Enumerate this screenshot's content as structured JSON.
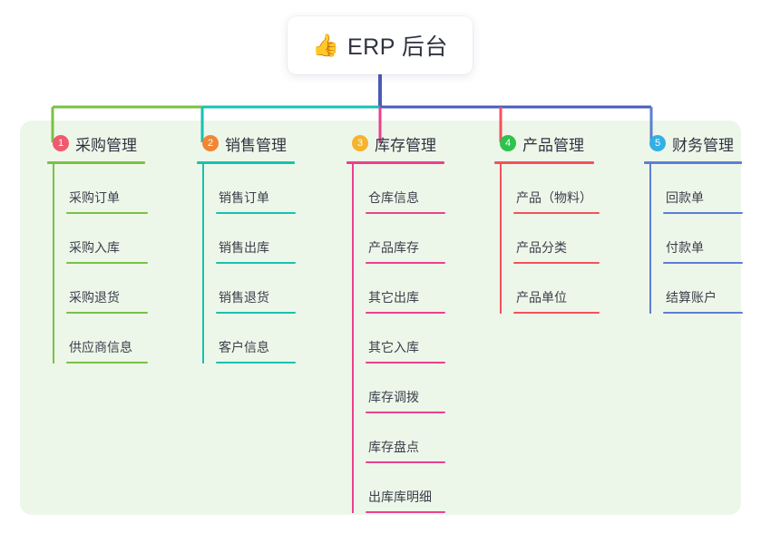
{
  "root": {
    "icon": "thumbs-up-icon",
    "emoji": "👍",
    "label": "ERP 后台"
  },
  "colors": {
    "panel_background": "#edf7e9",
    "canvas_background": "#ffffff",
    "trunk": "#4a5bb8",
    "text": "#2f3340"
  },
  "columns": [
    {
      "number": "1",
      "title": "采购管理",
      "badge_color": "#f05a6e",
      "line_color": "#7ac143",
      "items": [
        {
          "label": "采购订单"
        },
        {
          "label": "采购入库"
        },
        {
          "label": "采购退货"
        },
        {
          "label": "供应商信息"
        }
      ]
    },
    {
      "number": "2",
      "title": "销售管理",
      "badge_color": "#f08634",
      "line_color": "#17c2b0",
      "items": [
        {
          "label": "销售订单"
        },
        {
          "label": "销售出库"
        },
        {
          "label": "销售退货"
        },
        {
          "label": "客户信息"
        }
      ]
    },
    {
      "number": "3",
      "title": "库存管理",
      "badge_color": "#f5b32e",
      "line_color": "#ec3f8e",
      "items": [
        {
          "label": "仓库信息"
        },
        {
          "label": "产品库存"
        },
        {
          "label": "其它出库"
        },
        {
          "label": "其它入库"
        },
        {
          "label": "库存调拨"
        },
        {
          "label": "库存盘点"
        },
        {
          "label": "出库库明细"
        }
      ]
    },
    {
      "number": "4",
      "title": "产品管理",
      "badge_color": "#2ec24e",
      "line_color": "#f4515b",
      "items": [
        {
          "label": "产品（物料）"
        },
        {
          "label": "产品分类"
        },
        {
          "label": "产品单位"
        }
      ]
    },
    {
      "number": "5",
      "title": "财务管理",
      "badge_color": "#31b0e8",
      "line_color": "#5b7fd4",
      "items": [
        {
          "label": "回款单"
        },
        {
          "label": "付款单"
        },
        {
          "label": "结算账户"
        }
      ]
    }
  ]
}
